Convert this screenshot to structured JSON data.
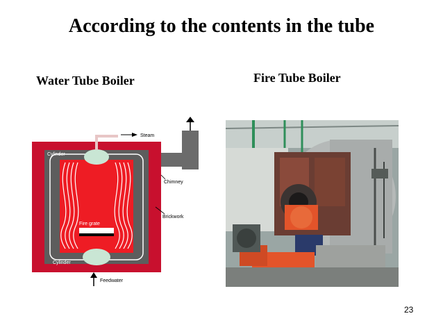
{
  "slide": {
    "title": "According to the contents in the tube",
    "left_heading": "Water Tube Boiler",
    "right_heading": "Fire Tube Boiler",
    "page_number": "23"
  },
  "diagram_labels": {
    "steam": "Steam",
    "cylinder_top": "Cylinder",
    "chimney": "Chimney",
    "brickwork": "Brickwork",
    "fire_grate": "Fire grate",
    "cylinder_bottom": "Cylinder",
    "feedwater": "Feedwater"
  },
  "colors": {
    "brick_red": "#c8102e",
    "furnace_red": "#ee1c24",
    "brickwork_gray": "#5d5d5d",
    "drum_green": "#c9e6d4"
  }
}
